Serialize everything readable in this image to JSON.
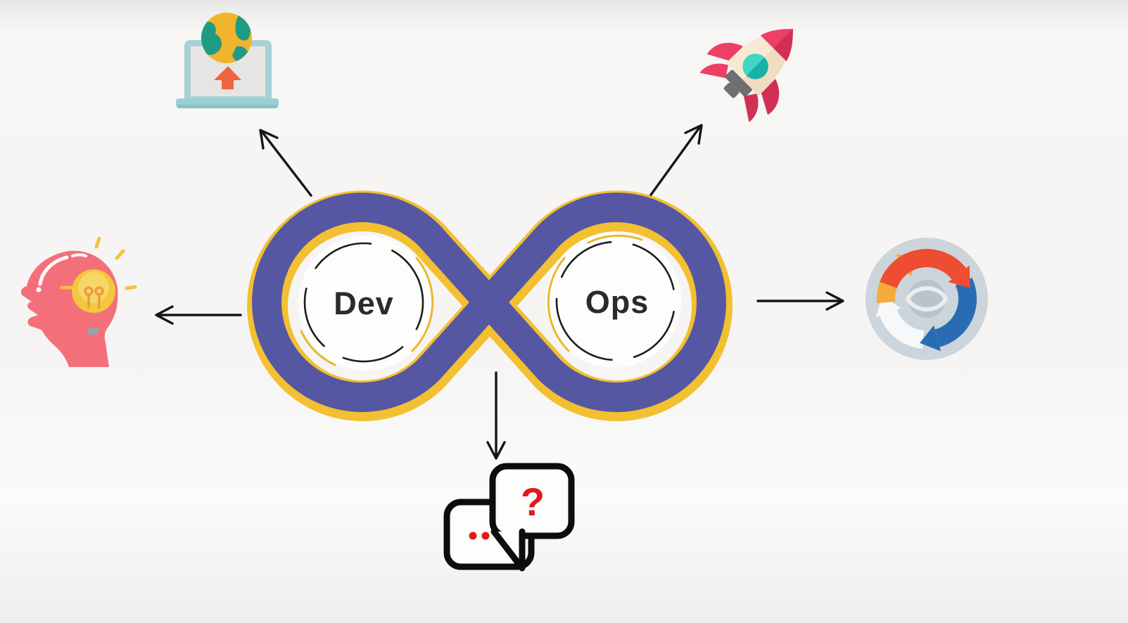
{
  "diagram": {
    "title": "DevOps infinity loop",
    "loop": {
      "dev_label": "Dev",
      "ops_label": "Ops"
    },
    "chat": {
      "question_mark": "?"
    },
    "colors": {
      "loop_purple": "#5657a3",
      "loop_yellow": "#f2c030",
      "label_dark": "#2b2b2b",
      "arrow_black": "#151515",
      "accent_red": "#e0191f",
      "background_gray": "#f5f4f3"
    },
    "icons": [
      {
        "name": "laptop-globe-upload-icon",
        "position": "top-left"
      },
      {
        "name": "rocket-icon",
        "position": "top-right"
      },
      {
        "name": "head-idea-bulb-icon",
        "position": "left"
      },
      {
        "name": "sync-cycle-icon",
        "position": "right"
      },
      {
        "name": "chat-question-icon",
        "position": "bottom"
      }
    ]
  }
}
